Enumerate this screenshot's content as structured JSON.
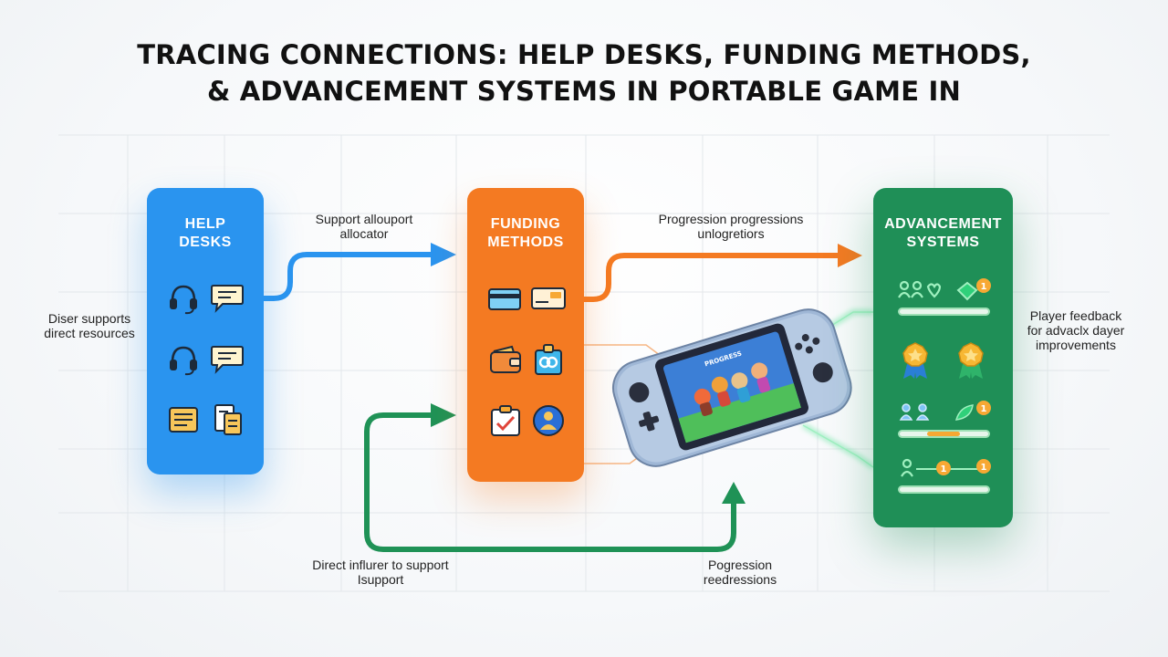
{
  "title": {
    "line1": "TRACING CONNECTIONS: HELP DESKS, FUNDING METHODS,",
    "line2": "& ADVANCEMENT SYSTEMS IN PORTABLE GAME IN"
  },
  "cards": {
    "help_desks": {
      "title": "HELP\nDESKS",
      "color": "#2a94ef"
    },
    "funding_methods": {
      "title": "FUNDING\nMETHODS",
      "color": "#f47a22"
    },
    "advancement_systems": {
      "title": "ADVANCEMENT\nSYSTEMS",
      "color": "#1f8f57"
    }
  },
  "labels": {
    "support_allocation_1": "Support allouport",
    "support_allocation_2": "allocator",
    "progression_1": "Progression progressions",
    "progression_2": "unlogretiors",
    "diser_1": "Diser supports",
    "diser_2": "direct resources",
    "player_feedback_1": "Player feedback",
    "player_feedback_2": "for advaclx dayer",
    "player_feedback_3": "improvements",
    "direct_influrer_1": "Direct influrer to support",
    "direct_influrer_2": "Isupport",
    "pogression_1": "Pogression",
    "pogression_2": "reedressions"
  },
  "device": {
    "screen_title": "PROGRESS"
  },
  "badges": {
    "count": "1"
  },
  "icons": [
    "headset-icon",
    "chat-bubble-icon",
    "ticket-icon",
    "document-icon",
    "credit-card-icon",
    "wallet-icon",
    "gift-card-icon",
    "checklist-icon",
    "people-icon",
    "medal-icon",
    "shield-icon",
    "leaf-icon",
    "user-icon"
  ]
}
